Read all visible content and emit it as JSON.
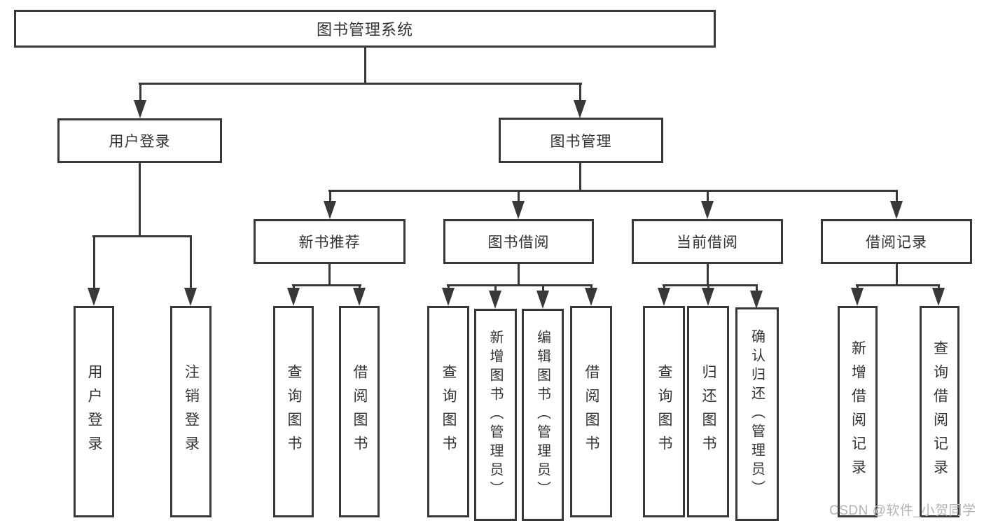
{
  "diagram": {
    "root": {
      "label": "图书管理系统"
    },
    "level2": [
      {
        "label": "用户登录",
        "parent": "图书管理系统"
      },
      {
        "label": "图书管理",
        "parent": "图书管理系统"
      }
    ],
    "level3": [
      {
        "label": "新书推荐",
        "parent": "图书管理"
      },
      {
        "label": "图书借阅",
        "parent": "图书管理"
      },
      {
        "label": "当前借阅",
        "parent": "图书管理"
      },
      {
        "label": "借阅记录",
        "parent": "图书管理"
      }
    ],
    "leaves": [
      {
        "label": "用户登录",
        "parent": "用户登录"
      },
      {
        "label": "注销登录",
        "parent": "用户登录"
      },
      {
        "label": "查询图书",
        "parent": "新书推荐"
      },
      {
        "label": "借阅图书",
        "parent": "新书推荐"
      },
      {
        "label": "查询图书",
        "parent": "图书借阅"
      },
      {
        "label": "新增图书（管理员）",
        "parent": "图书借阅"
      },
      {
        "label": "编辑图书（管理员）",
        "parent": "图书借阅"
      },
      {
        "label": "借阅图书",
        "parent": "图书借阅"
      },
      {
        "label": "查询图书",
        "parent": "当前借阅"
      },
      {
        "label": "归还图书",
        "parent": "当前借阅"
      },
      {
        "label": "确认归还（管理员）",
        "parent": "当前借阅"
      },
      {
        "label": "新增借阅记录",
        "parent": "借阅记录"
      },
      {
        "label": "查询借阅记录",
        "parent": "借阅记录"
      }
    ],
    "watermark": "CSDN @软件_小贺同学",
    "colors": {
      "line": "#383838",
      "text": "#333333",
      "background": "#ffffff",
      "watermark": "#b4b4b4"
    }
  }
}
